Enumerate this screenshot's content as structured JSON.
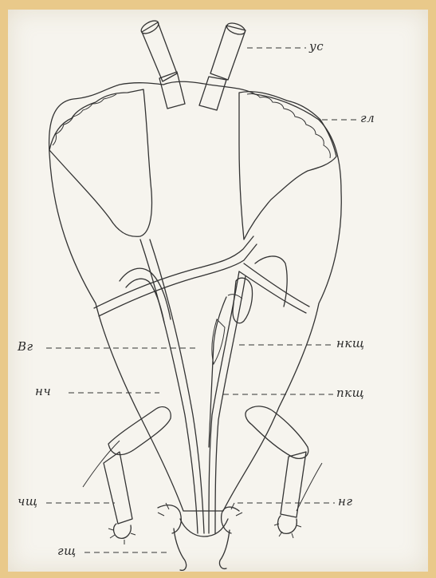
{
  "labels": {
    "antenna": "ус",
    "eye": "гл",
    "upper_lip": "Вг",
    "lower_lip": "нкщ",
    "upper_jaw": "нч",
    "upper_jaw_inner": "пкщ",
    "palp": "чщ",
    "lower_jaw": "нг",
    "labial": "гщ"
  },
  "colors": {
    "frame": "#e9c98a",
    "paper": "#f6f4ee",
    "ink": "#333333"
  }
}
